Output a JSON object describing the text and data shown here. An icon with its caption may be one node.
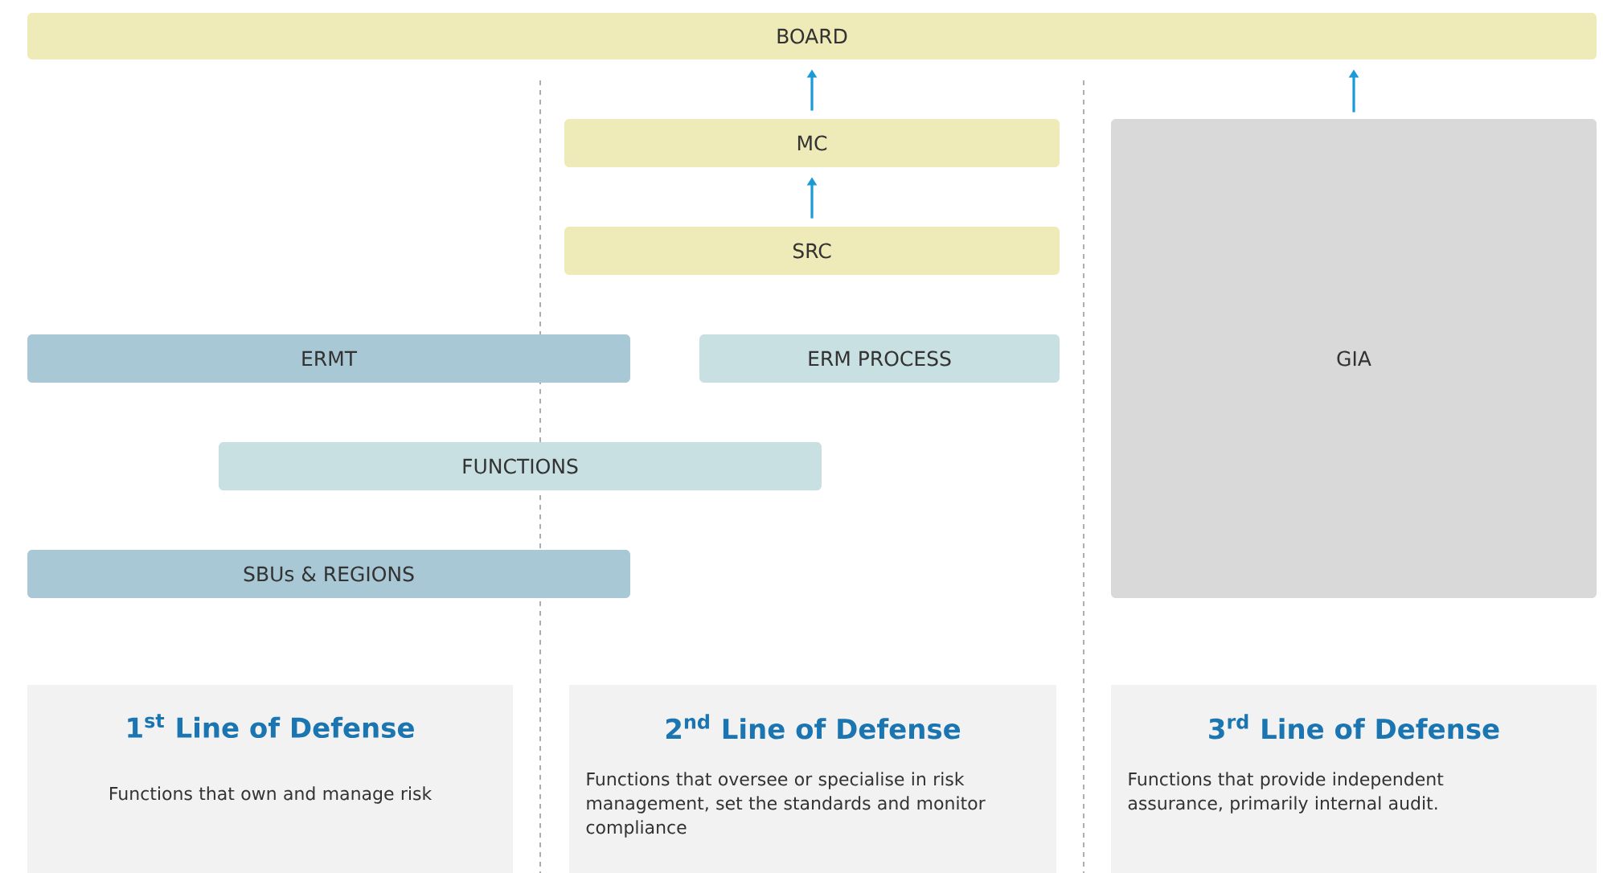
{
  "diagram": {
    "nodes": [
      {
        "text": [
          "BOARD"
        ]
      },
      {
        "text": [
          "MC"
        ]
      },
      {
        "text": [
          "SRC"
        ]
      },
      {
        "text": [
          "ERMT"
        ]
      },
      {
        "text": [
          "ERM PROCESS"
        ]
      },
      {
        "text": [
          "GIA"
        ]
      },
      {
        "text": [
          "FUNCTIONS"
        ]
      },
      {
        "text": [
          "SBUs & REGIONS"
        ]
      },
      {
        "text": [
          "1$^{st}$ Line of Defense",
          "Functions that own and manage risk"
        ]
      },
      {
        "text": [
          "2$^{nd}$ Line of Defense",
          "Functions that oversee or specialise in risk management, set the standards and monitor compliance"
        ]
      },
      {
        "text": [
          "3$^{rd}$ Line of Defense",
          "Functions that provide independent assurance, primarily internal audit."
        ]
      }
    ],
    "edges": [
      {
        "from": 1,
        "to": 0,
        "arrow": "to"
      },
      {
        "from": 2,
        "to": 1,
        "arrow": "to"
      },
      {
        "from": 5,
        "to": 0,
        "arrow": "to"
      }
    ]
  }
}
